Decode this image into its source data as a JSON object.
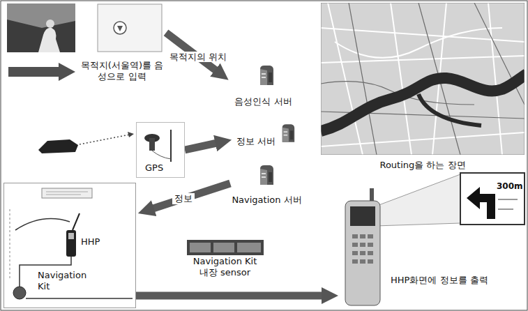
{
  "diagram": {
    "nodes": [
      {
        "text": [
          "목적지(서울역)를 음성으로 입력"
        ]
      },
      {
        "text": [
          "음성인식 서버"
        ]
      },
      {
        "text": [
          "GPS"
        ]
      },
      {
        "text": [
          "정보 서버"
        ]
      },
      {
        "text": [
          "Navigation 서버"
        ]
      },
      {
        "text": [
          "HHP",
          "Navigation Kit"
        ]
      },
      {
        "text": [
          "Navigation Kit",
          "내장 sensor"
        ]
      },
      {
        "text": [
          "HHP화면에 정보를 출력",
          "300m"
        ]
      },
      {
        "text": [
          "Routing을 하는 장면"
        ]
      }
    ],
    "edges": [
      {
        "from": 0,
        "to": 1,
        "label": "목적지의 위치",
        "arrow": "to"
      },
      {
        "from": 2,
        "to": 3,
        "arrow": "to"
      },
      {
        "from": 4,
        "to": 5,
        "label": "정보",
        "arrow": "to"
      },
      {
        "from": 5,
        "to": 7,
        "arrow": "to"
      }
    ]
  }
}
